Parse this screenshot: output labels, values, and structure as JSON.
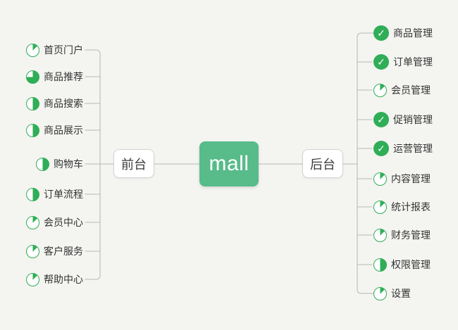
{
  "root": {
    "label": "mall"
  },
  "branches": [
    {
      "label": "前台",
      "side": "left",
      "items": [
        {
          "label": "首页门户",
          "progress": 0.125
        },
        {
          "label": "商品推荐",
          "progress": 0.75
        },
        {
          "label": "商品搜索",
          "progress": 0.5
        },
        {
          "label": "商品展示",
          "progress": 0.5
        },
        {
          "label": "购物车",
          "progress": 0.5
        },
        {
          "label": "订单流程",
          "progress": 0.5
        },
        {
          "label": "会员中心",
          "progress": 0.125
        },
        {
          "label": "客户服务",
          "progress": 0.125
        },
        {
          "label": "帮助中心",
          "progress": 0.125
        }
      ]
    },
    {
      "label": "后台",
      "side": "right",
      "items": [
        {
          "label": "商品管理",
          "progress": 1
        },
        {
          "label": "订单管理",
          "progress": 1
        },
        {
          "label": "会员管理",
          "progress": 0.125
        },
        {
          "label": "促销管理",
          "progress": 1
        },
        {
          "label": "运营管理",
          "progress": 1
        },
        {
          "label": "内容管理",
          "progress": 0.125
        },
        {
          "label": "统计报表",
          "progress": 0.125
        },
        {
          "label": "财务管理",
          "progress": 0.125
        },
        {
          "label": "权限管理",
          "progress": 0.5
        },
        {
          "label": "设置",
          "progress": 0.125
        }
      ]
    }
  ],
  "icons": {
    "done": "check-icon",
    "partial": "progress-pie-icon",
    "check_glyph": "✓"
  },
  "colors": {
    "background": "#f4f4f1",
    "accent_green": "#2fae57",
    "root_green": "#57bb8a",
    "line": "#c4c4c4",
    "text": "#333333",
    "node_border": "#d4d4d4"
  }
}
